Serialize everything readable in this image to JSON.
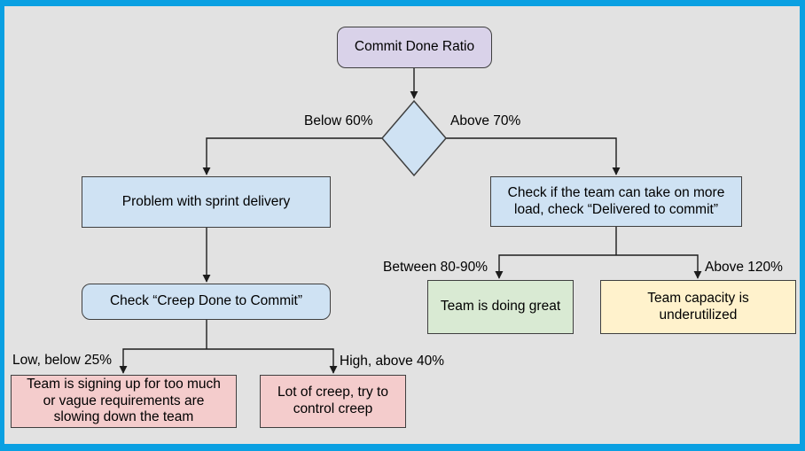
{
  "diagram": {
    "description": "Commit Done Ratio decision flowchart",
    "colors": {
      "frame_border": "#0aa0e2",
      "canvas_background": "#e2e2e2",
      "start_node": "#d9d2e9",
      "process_node": "#cfe2f3",
      "warning_node": "#f4cccc",
      "success_node": "#d9ead3",
      "info_node": "#fff2cc",
      "line": "#1c1c1c"
    },
    "nodes": {
      "root": "Commit Done Ratio",
      "problem": "Problem with sprint delivery",
      "check_creep": "Check “Creep Done to Commit”",
      "overcommit": "Team is signing up for too much\nor vague requirements are\nslowing down the team",
      "lot_of_creep": "Lot of creep, try to\ncontrol creep",
      "take_more_load": "Check if the team can take on more\nload, check “Delivered to commit”",
      "doing_great": "Team is doing great",
      "underutilized": "Team capacity is\nunderutilized"
    },
    "edge_labels": {
      "below_60": "Below 60%",
      "above_70": "Above 70%",
      "low_below_25": "Low, below 25%",
      "high_above_40": "High, above 40%",
      "between_80_90": "Between 80-90%",
      "above_120": "Above 120%"
    }
  }
}
